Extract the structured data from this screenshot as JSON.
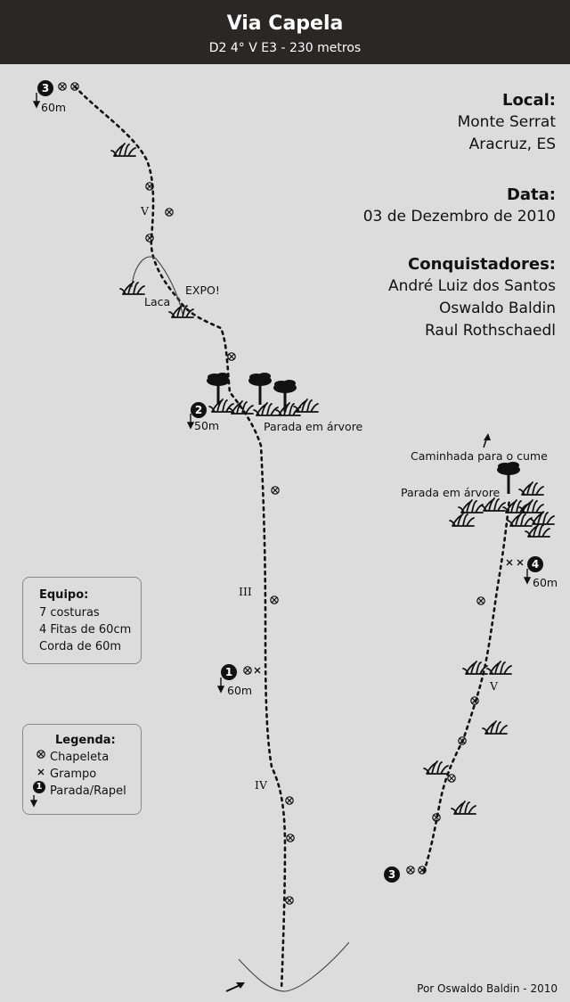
{
  "header": {
    "title": "Via Capela",
    "subtitle": "D2 4° V E3 - 230 metros"
  },
  "info": {
    "local_label": "Local:",
    "local_lines": [
      "Monte Serrat",
      "Aracruz, ES"
    ],
    "data_label": "Data:",
    "date": "03 de Dezembro de 2010",
    "conq_label": "Conquistadores:",
    "conquistadores": [
      "André Luiz dos Santos",
      "Oswaldo Baldin",
      "Raul Rothschaedl"
    ]
  },
  "equipo": {
    "title": "Equipo:",
    "items": [
      "7 costuras",
      "4 Fitas de 60cm",
      "Corda de 60m"
    ]
  },
  "legenda": {
    "title": "Legenda:",
    "items": [
      {
        "symbol": "chapeleta-icon",
        "label": "Chapeleta"
      },
      {
        "symbol": "grampo-icon",
        "label": "Grampo"
      },
      {
        "symbol": "parada-rapel-icon",
        "label": "Parada/Rapel"
      }
    ]
  },
  "stations": [
    {
      "number": "1",
      "length": "60m"
    },
    {
      "number": "2",
      "length": "50m"
    },
    {
      "number": "3",
      "length": "60m"
    },
    {
      "number": "4",
      "length": "60m"
    },
    {
      "number": "3",
      "length": ""
    }
  ],
  "grades": [
    "V",
    "III",
    "IV",
    "V"
  ],
  "labels": {
    "laca": "Laca",
    "expo": "EXPO!",
    "parada_arvore_1": "Parada em árvore",
    "parada_arvore_2": "Parada em árvore",
    "caminhada": "Caminhada para o cume"
  },
  "credit": "Por Oswaldo Baldin - 2010"
}
